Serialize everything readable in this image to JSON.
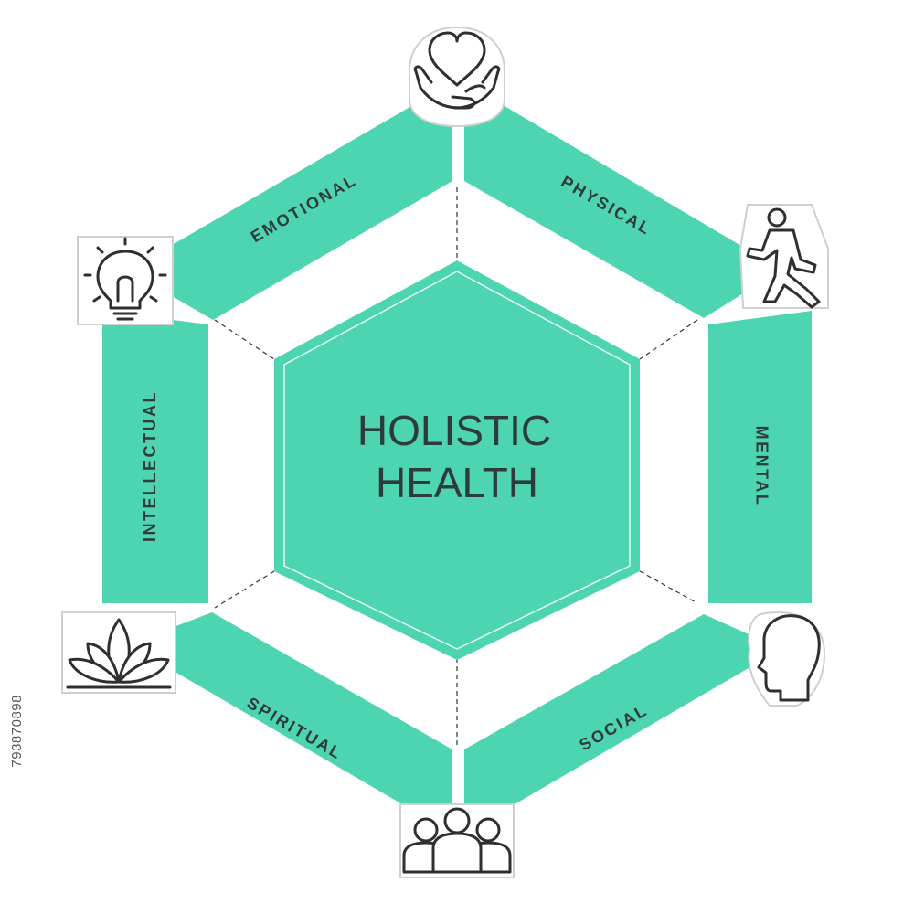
{
  "center": {
    "line1": "HOLISTIC",
    "line2": "HEALTH"
  },
  "segments": [
    {
      "key": "emotional",
      "label": "EMOTIONAL",
      "icon": "heart-in-hands-icon"
    },
    {
      "key": "physical",
      "label": "PHYSICAL",
      "icon": "walking-person-icon"
    },
    {
      "key": "mental",
      "label": "MENTAL",
      "icon": "head-profile-icon"
    },
    {
      "key": "social",
      "label": "SOCIAL",
      "icon": "group-people-icon"
    },
    {
      "key": "spiritual",
      "label": "SPIRITUAL",
      "icon": "lotus-icon"
    },
    {
      "key": "intellectual",
      "label": "INTELLECTUAL",
      "icon": "lightbulb-icon"
    }
  ],
  "stock_id": "793870898",
  "colors": {
    "segment": "#4dd4b1",
    "center": "#4dd4b1",
    "text": "#2e3b3d",
    "background": "#ffffff"
  }
}
